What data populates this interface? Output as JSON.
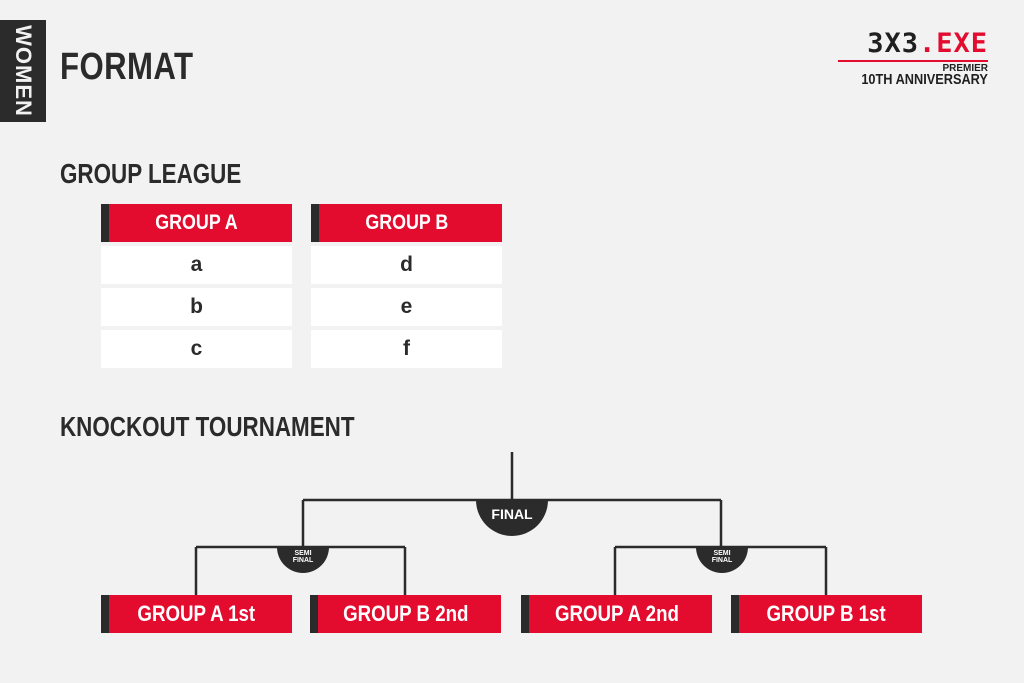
{
  "side_tab": "WOMEN",
  "title": "FORMAT",
  "logo": {
    "brand_left": "3X3",
    "brand_right": ".EXE",
    "premier": "PREMIER",
    "anniversary": "10TH ANNIVERSARY"
  },
  "group_league": {
    "heading": "GROUP LEAGUE",
    "groups": [
      {
        "name": "GROUP A",
        "teams": [
          "a",
          "b",
          "c"
        ]
      },
      {
        "name": "GROUP B",
        "teams": [
          "d",
          "e",
          "f"
        ]
      }
    ]
  },
  "knockout": {
    "heading": "KNOCKOUT TOURNAMENT",
    "final_label": "FINAL",
    "semi_label_1": "SEMI",
    "semi_label_2": "FINAL",
    "slots": [
      "GROUP A 1st",
      "GROUP B 2nd",
      "GROUP A 2nd",
      "GROUP B 1st"
    ]
  },
  "colors": {
    "accent": "#e30b2e",
    "dark": "#2b2b2b",
    "background": "#f2f2f2"
  }
}
